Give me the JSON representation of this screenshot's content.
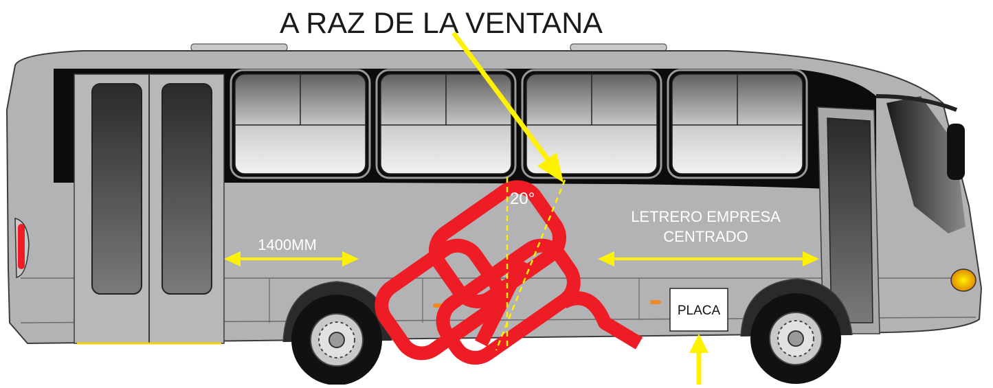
{
  "title": "A RAZ DE LA VENTANA",
  "labels": {
    "angle": "20°",
    "distance_left": "1400MM",
    "company_sign_line1": "LETRERO EMPRESA",
    "company_sign_line2": "CENTRADO",
    "plate": "PLACA"
  },
  "colors": {
    "bus_body": "#b3b3b5",
    "window_band": "#0c0c0c",
    "decal": "#ee1c25",
    "arrow": "#fff200",
    "guide_line": "#fff200"
  },
  "icons": {
    "pointer_arrow": "yellow-arrow",
    "dimension_arrow": "yellow-double-arrow",
    "wheel": "wheel-hub"
  }
}
